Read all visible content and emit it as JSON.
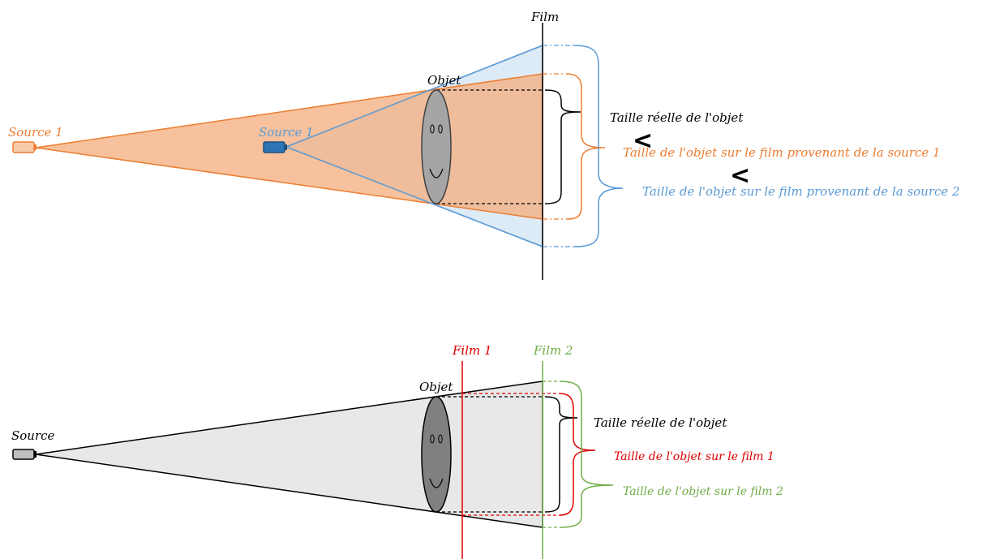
{
  "colors": {
    "orange": "#ED7D31",
    "orange_fill": "#F4B183",
    "blue": "#5B9BD5",
    "blue_dark": "#2E75B6",
    "blue_fill": "#DDEBF7",
    "red": "#E00000",
    "green": "#70AD47",
    "gray_fill": "#E8E8E8",
    "object_gray": "#A5A5A5",
    "object_dark": "#808080",
    "black": "#000000"
  },
  "top": {
    "film_label": "Film",
    "object_label": "Objet",
    "source1_far_label": "Source 1",
    "source1_near_label": "Source 1",
    "real_size_label": "Taille réelle de l'objet",
    "size_source1_label": "Taille de l'objet sur le film provenant de la source 1",
    "size_source2_label": "Taille de l'objet sur le film provenant de la source 2",
    "less_than_1": "<",
    "less_than_2": "<"
  },
  "bottom": {
    "film1_label": "Film 1",
    "film2_label": "Film 2",
    "object_label": "Objet",
    "source_label": "Source",
    "real_size_label": "Taille réelle de l'objet",
    "size_film1_label": "Taille de l'objet sur le film 1",
    "size_film2_label": "Taille de l'objet sur le film 2"
  }
}
